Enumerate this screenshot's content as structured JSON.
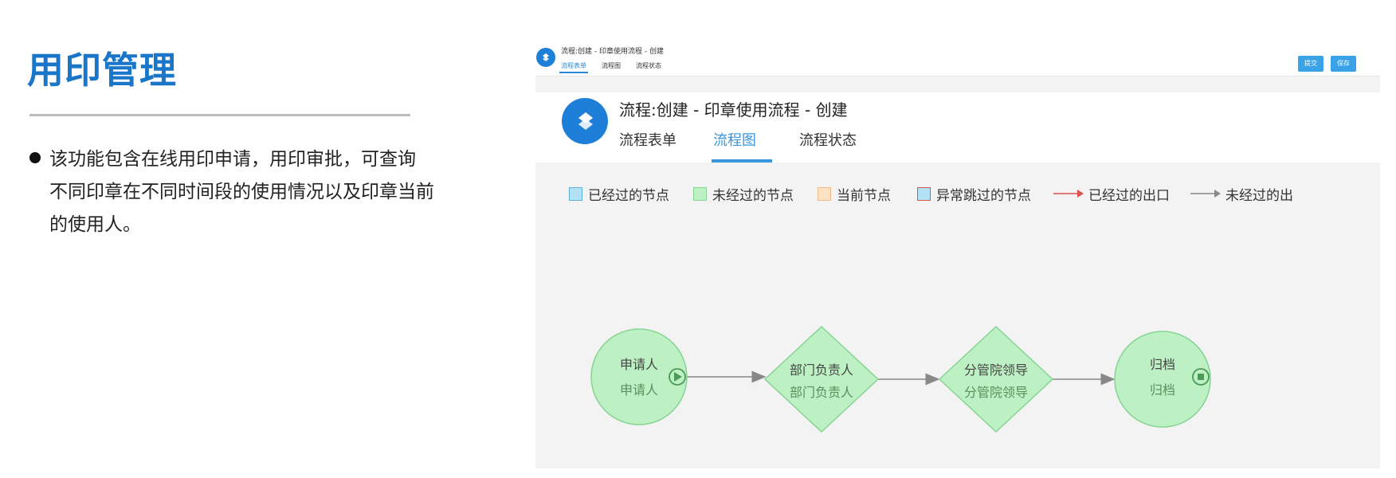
{
  "slide": {
    "title": "用印管理",
    "bullet": "该功能包含在线用印申请，用印审批，可查询不同印章在不同时间段的使用情况以及印章当前的使用人。",
    "bullet_lines": [
      "该功能包含在线用印申请，用印审批，可查询",
      "不同印章在不同时间段的使用情况以及印章当前",
      "的使用人。"
    ]
  },
  "mini_header": {
    "title": "流程:创建 - 印章使用流程 - 创建",
    "tabs": [
      "流程表单",
      "流程图",
      "流程状态"
    ],
    "active_tab": 0,
    "submit_label": "提交",
    "save_label": "保存"
  },
  "header": {
    "title": "流程:创建 - 印章使用流程 - 创建",
    "tabs": [
      "流程表单",
      "流程图",
      "流程状态"
    ],
    "active_tab": 1
  },
  "legend": [
    {
      "label": "已经过的节点",
      "kind": "box",
      "fill": "#b3e2f7",
      "stroke": "#5fb0d9"
    },
    {
      "label": "未经过的节点",
      "kind": "box",
      "fill": "#bdf0c3",
      "stroke": "#86d494"
    },
    {
      "label": "当前节点",
      "kind": "box",
      "fill": "#fde3c4",
      "stroke": "#f4b98a"
    },
    {
      "label": "异常跳过的节点",
      "kind": "box",
      "fill": "#b3e2f7",
      "stroke": "#d9534f"
    },
    {
      "label": "已经过的出口",
      "kind": "arrow",
      "stroke": "#d9534f"
    },
    {
      "label": "未经过的出",
      "kind": "arrow",
      "stroke": "#888888"
    }
  ],
  "flow": {
    "node_fill": "#bdf0c3",
    "node_stroke": "#86d494",
    "edge_color": "#888888",
    "nodes": [
      {
        "name": "申请人",
        "subtitle": "申请人",
        "shape": "circle",
        "marker": "start"
      },
      {
        "name": "部门负责人",
        "subtitle": "部门负责人",
        "shape": "diamond"
      },
      {
        "name": "分管院领导",
        "subtitle": "分管院领导",
        "shape": "diamond"
      },
      {
        "name": "归档",
        "subtitle": "归档",
        "shape": "circle",
        "marker": "end"
      }
    ]
  },
  "colors": {
    "title_blue": "#1976c9",
    "accent_blue": "#3896dc",
    "button_blue": "#3aa2e6"
  }
}
